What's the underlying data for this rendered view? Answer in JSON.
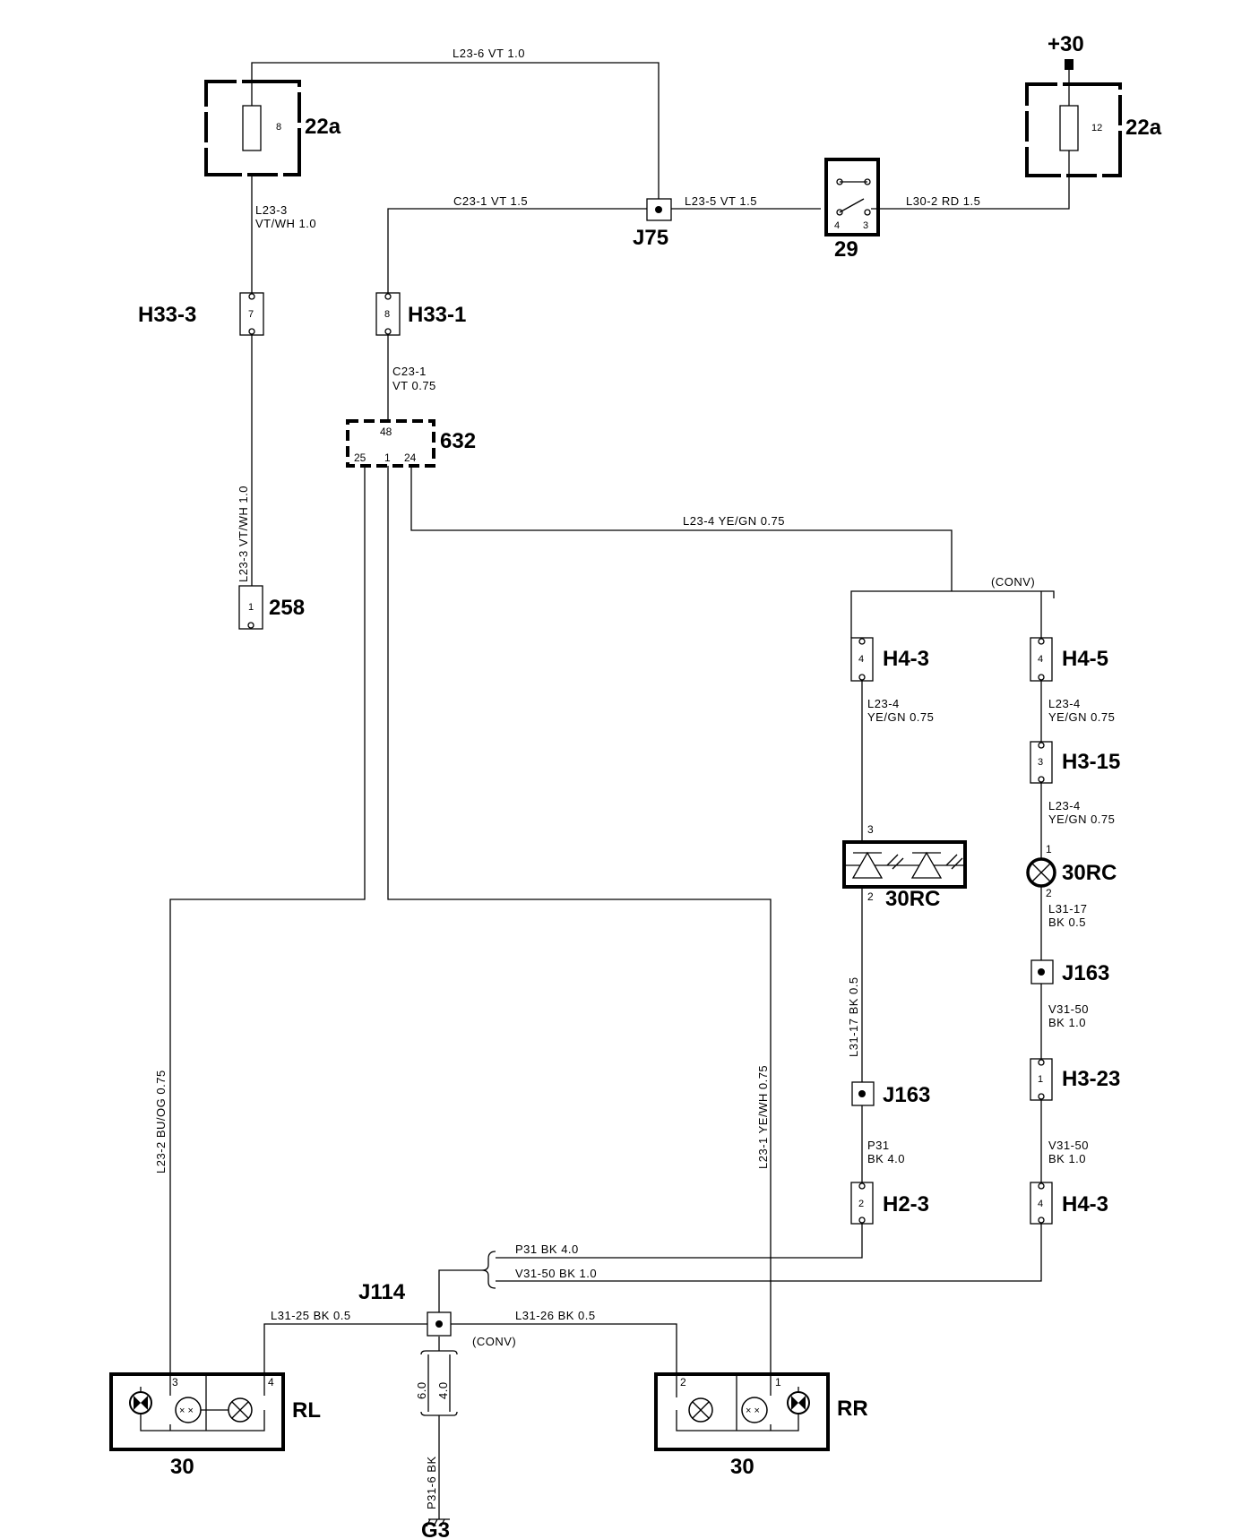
{
  "power": {
    "terminal": "+30"
  },
  "fuses": {
    "left": {
      "id": "22a",
      "number": "8"
    },
    "right": {
      "id": "22a",
      "number": "12"
    }
  },
  "switch": {
    "id": "29",
    "pin_left": "4",
    "pin_right": "3"
  },
  "splices": {
    "j75": "J75",
    "j163_left": "J163",
    "j163_right": "J163",
    "j114": "J114"
  },
  "connectors": {
    "h33_3": {
      "label": "H33-3",
      "pin": "7"
    },
    "h33_1": {
      "label": "H33-1",
      "pin": "8"
    },
    "c258": {
      "label": "258",
      "pin": "1"
    },
    "h4_3_top": {
      "label": "H4-3",
      "pin": "4"
    },
    "h4_5": {
      "label": "H4-5",
      "pin": "4"
    },
    "h3_15": {
      "label": "H3-15",
      "pin": "3"
    },
    "h3_23": {
      "label": "H3-23",
      "pin": "1"
    },
    "h2_3": {
      "label": "H2-3",
      "pin": "2"
    },
    "h4_3_bottom": {
      "label": "H4-3",
      "pin": "4"
    }
  },
  "module": {
    "id": "632",
    "pin_top": "48",
    "pin_a": "25",
    "pin_b": "1",
    "pin_c": "24"
  },
  "lamps": {
    "led_30rc": {
      "label": "30RC",
      "pin_top": "3",
      "pin_bottom": "2"
    },
    "bulb_30rc": {
      "label": "30RC",
      "pin_top": "1",
      "pin_bottom": "2"
    },
    "rl": {
      "label": "RL",
      "number": "30",
      "pin_a": "3",
      "pin_b": "4"
    },
    "rr": {
      "label": "RR",
      "number": "30",
      "pin_a": "2",
      "pin_b": "1"
    }
  },
  "ground": {
    "label": "G3"
  },
  "wires": {
    "l23_6": "L23-6   VT  1.0",
    "l23_3_a": "L23-3",
    "l23_3_b": "VT/WH  1.0",
    "c23_1_top": "C23-1   VT    1.5",
    "l23_5": "L23-5   VT  1.5",
    "l30_2": "L30-2   RD  1.5",
    "c23_1_a": "C23-1",
    "c23_1_b": "VT  0.75",
    "l23_3_vert": "L23-3     VT/WH  1.0",
    "l23_4_top": "L23-4    YE/GN  0.75",
    "conv_top": "(CONV)",
    "l23_4_a1": "L23-4",
    "l23_4_a2": "YE/GN  0.75",
    "l23_4_b1": "L23-4",
    "l23_4_b2": "YE/GN  0.75",
    "l23_4_c1": "L23-4",
    "l23_4_c2": "YE/GN  0.75",
    "l31_17_a": "L31-17",
    "l31_17_b": "BK  0.5",
    "l31_17_vert": "L31-17       BK  0.5",
    "v31_50_a1": "V31-50",
    "v31_50_a2": "BK  1.0",
    "v31_50_b1": "V31-50",
    "v31_50_b2": "BK  1.0",
    "p31_a": "P31",
    "p31_b": "BK  4.0",
    "l23_2_vert": "L23-2    BU/OG  0.75",
    "l23_1_vert": "L23-1     YE/WH  0.75",
    "p31_bottom": "P31   BK  4.0",
    "v31_50_bottom": "V31-50    BK  1.0",
    "l31_25": "L31-25    BK   0.5",
    "l31_26": "L31-26    BK   0.5",
    "conv_bottom": "(CONV)",
    "g_60": "6.0",
    "g_40": "4.0",
    "p31_6": "P31-6     BK"
  }
}
